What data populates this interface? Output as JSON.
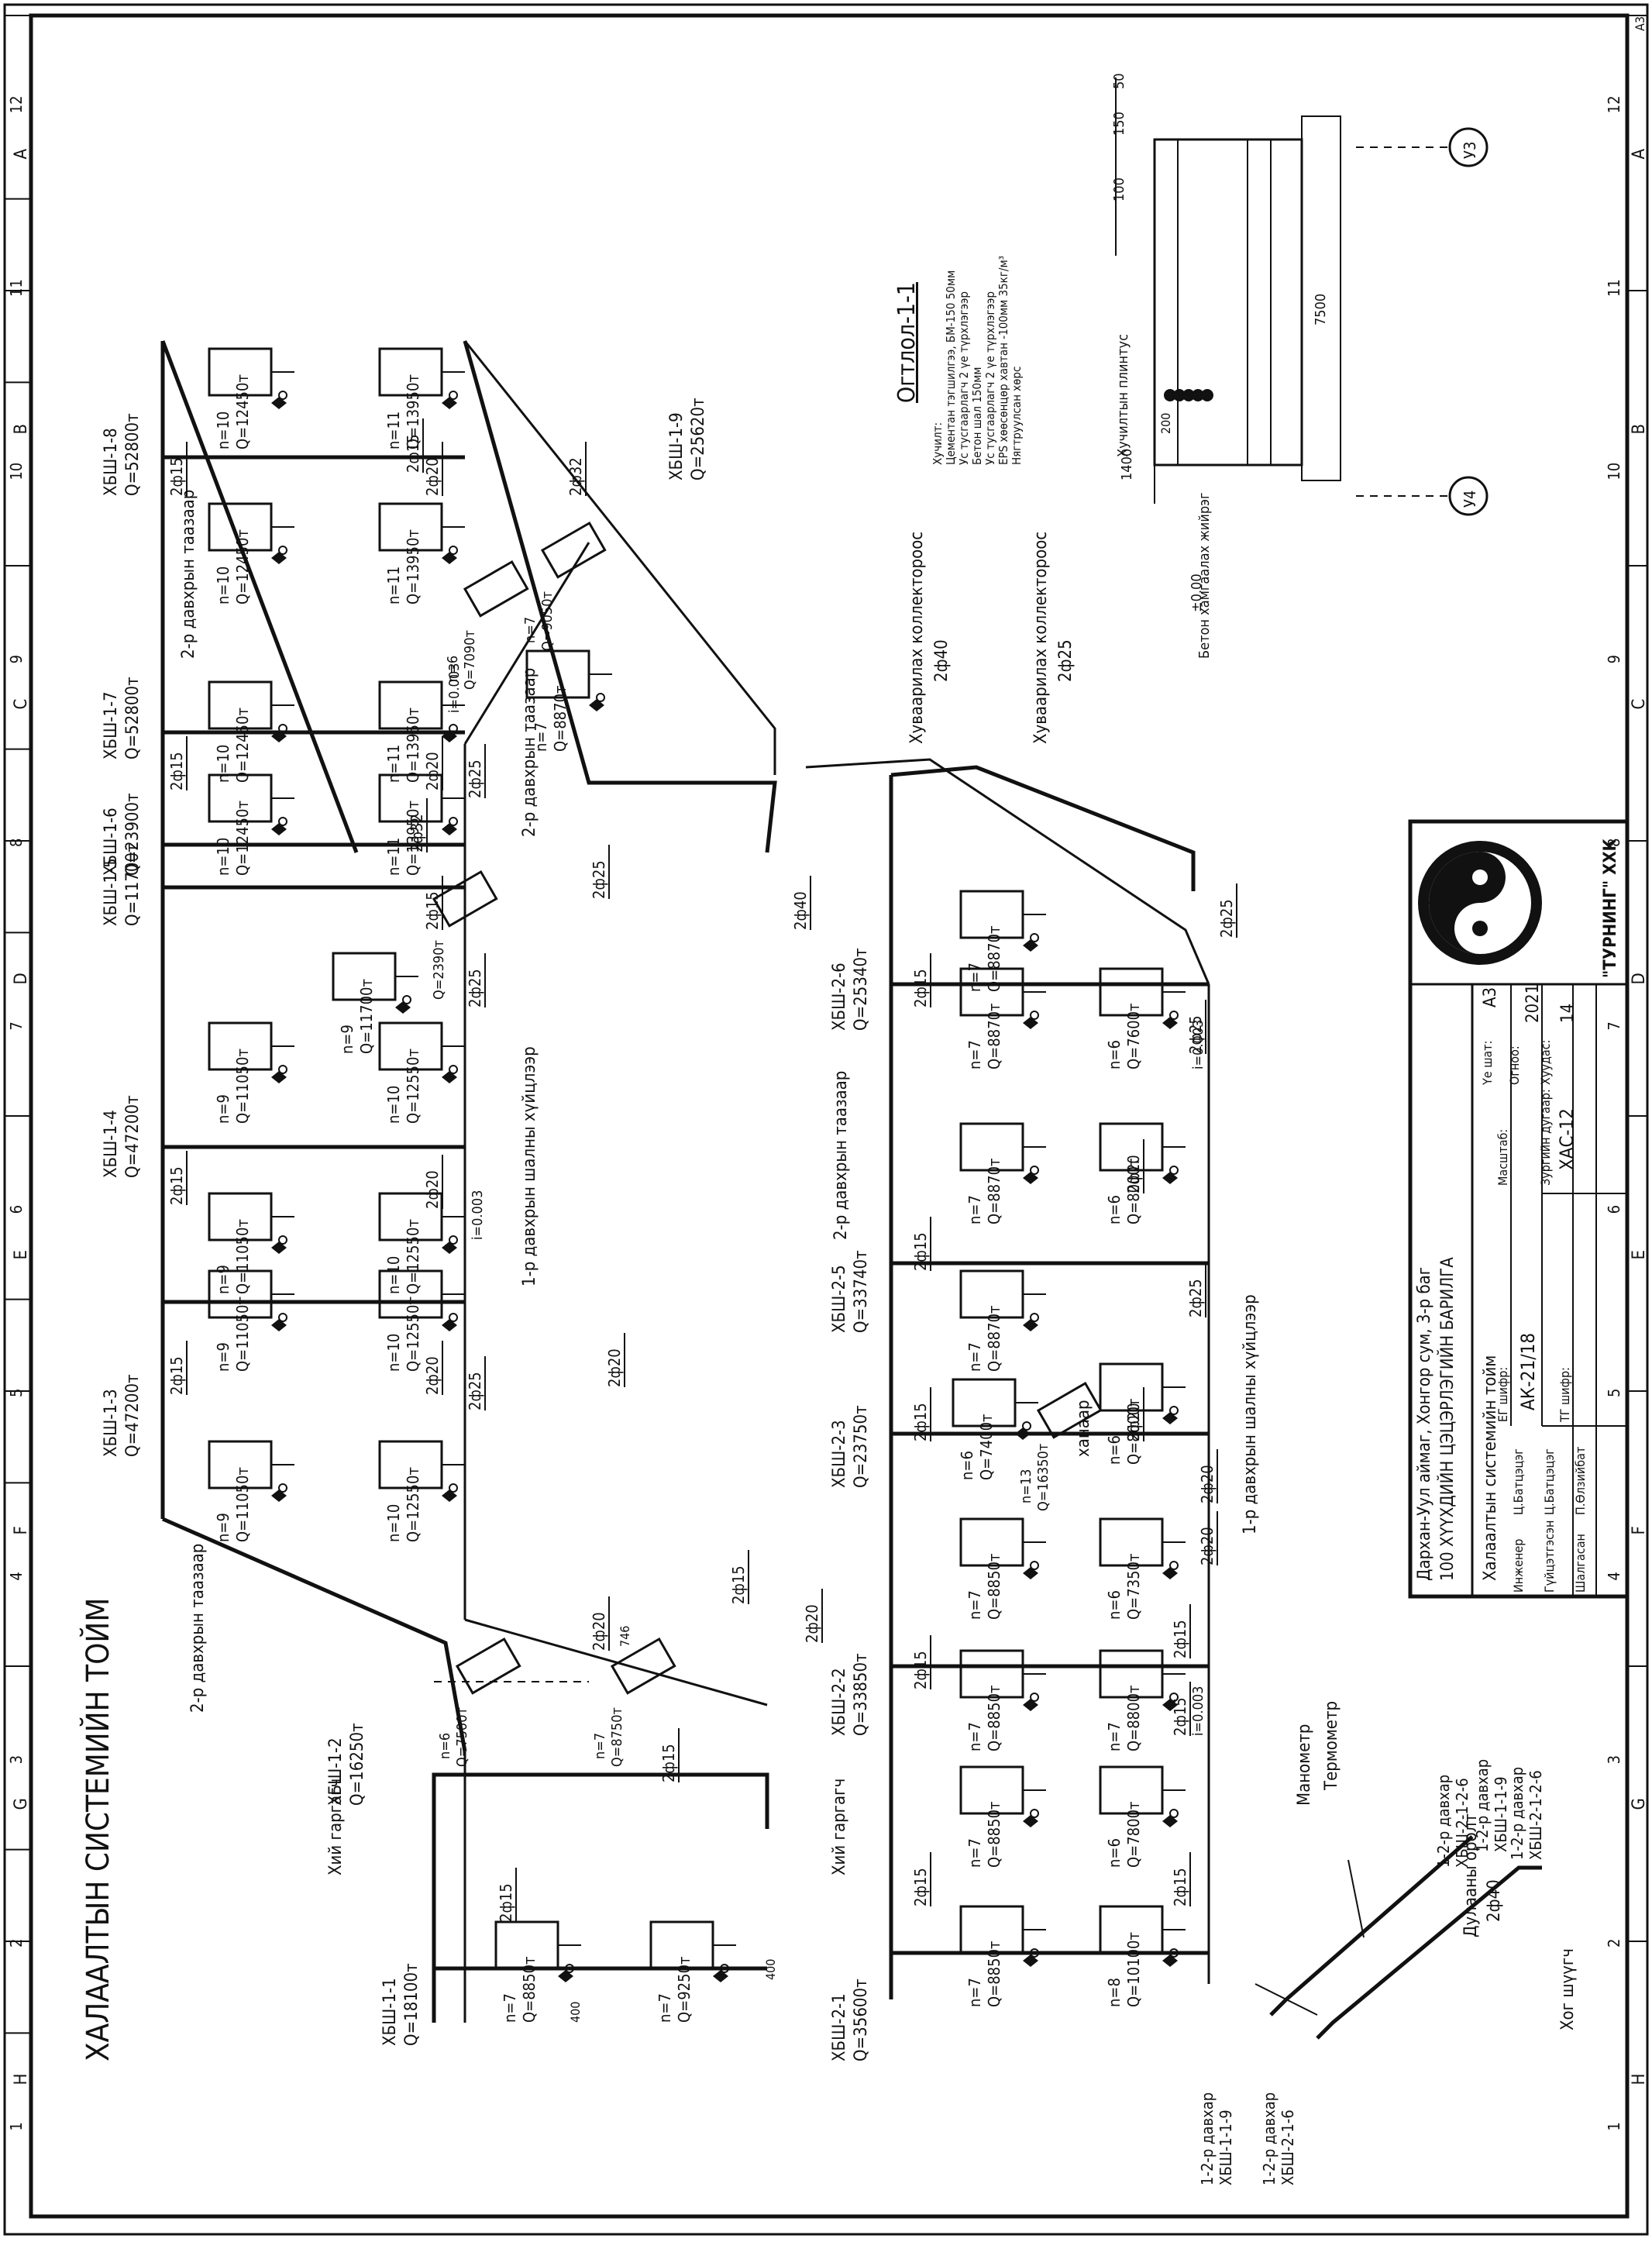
{
  "title": "ХАЛААЛТЫН СИСТЕМИЙН ТОЙМ",
  "grid": {
    "letters": [
      "A",
      "B",
      "C",
      "D",
      "E",
      "F",
      "G",
      "H"
    ],
    "numbers": [
      "1",
      "2",
      "3",
      "4",
      "5",
      "6",
      "7",
      "8",
      "9",
      "10",
      "11",
      "12"
    ],
    "format": "A3"
  },
  "stamp": {
    "company": "\"ТУРНИНГ\" ХХК",
    "project_line1": "Дархан-Уул аймаг, Хонгор сум, 3-р баг",
    "project_line2": "100 ХҮҮХДИЙН ЦЭЦЭРЛЭГИЙН БАРИЛГА",
    "sheet_title": "Халаалтын системийн тойм",
    "roles": [
      {
        "role": "Инженер",
        "name": "Ц.Батцэцэг"
      },
      {
        "role": "Гүйцэтгэсэн",
        "name": "Ц.Батцэцэг"
      },
      {
        "role": "Шалгасан",
        "name": "П.Өлзийбат"
      }
    ],
    "ef_label": "ЕГ шифр:",
    "ef_value": "АК-21/18",
    "tg_label": "ТГ шифр:",
    "scale_label": "Масштаб:",
    "stage_label": "Үе шат:",
    "stage_value": "А3",
    "date_label": "Огноо:",
    "date_value": "2021",
    "page_label": "Хуудас:",
    "page_value": "14",
    "drawing_label": "Зургийн дугаар:",
    "drawing_value": "ХАС-12"
  },
  "section": {
    "title": "Огтлол-1-1",
    "layers": [
      "Хучилт:",
      "Цементан тэгшилгээ, БМ-150 50мм",
      "Ус тусгаарлагч 2 үе түрхлэгээр",
      "Бетон шал 150мм",
      "Ус тусгаарлагч 2 үе түрхлэгээр",
      "EPS хөөсөнцөр хавтан -100мм 35кг/м³",
      "Нягтруулсан хөрс"
    ],
    "dims": [
      "50",
      "150",
      "100"
    ],
    "axes": [
      "У3",
      "У4"
    ],
    "dim_1400": "1400",
    "dim_7500": "7500",
    "dim_200": "200",
    "pipe_label": "Хучилтын плинтус",
    "concrete_label": "Бетон хамгаалах жийрэг",
    "level": "±0.00"
  },
  "risers": [
    {
      "id": "ХБШ-1-1",
      "q": "Q=18100т"
    },
    {
      "id": "ХБШ-1-2",
      "q": "Q=16250т"
    },
    {
      "id": "ХБШ-1-3",
      "q": "Q=47200т"
    },
    {
      "id": "ХБШ-1-4",
      "q": "Q=47200т"
    },
    {
      "id": "ХБШ-1-5",
      "q": "Q=11700т"
    },
    {
      "id": "ХБШ-1-6",
      "q": "Q=23900т"
    },
    {
      "id": "ХБШ-1-7",
      "q": "Q=52800т"
    },
    {
      "id": "ХБШ-1-8",
      "q": "Q=52800т"
    },
    {
      "id": "ХБШ-1-9",
      "q": "Q=25620т"
    },
    {
      "id": "ХБШ-2-1",
      "q": "Q=35600т"
    },
    {
      "id": "ХБШ-2-2",
      "q": "Q=33850т"
    },
    {
      "id": "ХБШ-2-3",
      "q": "Q=23750т"
    },
    {
      "id": "ХБШ-2-5",
      "q": "Q=33740т"
    },
    {
      "id": "ХБШ-2-6",
      "q": "Q=25340т"
    }
  ],
  "labels": {
    "air_vent": "Хий гаргагч",
    "floor2_ceiling": "2-р давхрын таазаар",
    "floor1_floor": "1-р давхрын шалны хүйцлээр",
    "collector_40": "Хуваарилах коллектороос",
    "collector_40_d": "2ф40",
    "collector_25": "Хуваарилах коллектороос",
    "collector_25_d": "2ф25",
    "wall": "ханаар",
    "inlet": "Дулааны оролт",
    "inlet_d": "2ф40",
    "outlet": "Хог шүүгч",
    "manometer": "Манометр",
    "thermometer": "Термометр",
    "slope": "i=0.003",
    "d400": "400",
    "d746": "746"
  },
  "corner_labels": [
    {
      "l1": "1-2-р давхар",
      "l2": "ХБШ-1-1-9"
    },
    {
      "l1": "1-2-р давхар",
      "l2": "ХБШ-2-1-6"
    },
    {
      "l1": "1-2-р давхар",
      "l2": "ХБШ-1-1-9"
    },
    {
      "l1": "1-2-р давхар",
      "l2": "ХБШ-2-1-2-6"
    },
    {
      "l1": "1-2-р давхар",
      "l2": "ХБШ-2-1-2-6"
    }
  ],
  "radiators_upper": [
    {
      "n": "n=7",
      "q": "Q=8850т"
    },
    {
      "n": "n=7",
      "q": "Q=9250т"
    },
    {
      "n": "n=9",
      "q": "Q=11050т"
    },
    {
      "n": "n=10",
      "q": "Q=12550т"
    },
    {
      "n": "n=9",
      "q": "Q=11050т"
    },
    {
      "n": "n=10",
      "q": "Q=12550т"
    },
    {
      "n": "n=9",
      "q": "Q=11050т"
    },
    {
      "n": "n=10",
      "q": "Q=12550т"
    },
    {
      "n": "n=9",
      "q": "Q=11050т"
    },
    {
      "n": "n=10",
      "q": "Q=12550т"
    },
    {
      "n": "n=9",
      "q": "Q=11700т"
    },
    {
      "n": "n=10",
      "q": "Q=12450т"
    },
    {
      "n": "n=11",
      "q": "Q=13950т"
    },
    {
      "n": "n=10",
      "q": "Q=12450т"
    },
    {
      "n": "n=11",
      "q": "Q=13950т"
    },
    {
      "n": "n=10",
      "q": "Q=12450т"
    },
    {
      "n": "n=11",
      "q": "Q=13950т"
    },
    {
      "n": "n=10",
      "q": "Q=12450т"
    },
    {
      "n": "n=11",
      "q": "Q=13950т"
    },
    {
      "n": "n=7",
      "q": "Q=8870т"
    }
  ],
  "radiators_lower": [
    {
      "n": "n=7",
      "q": "Q=8850т"
    },
    {
      "n": "n=8",
      "q": "Q=10100т"
    },
    {
      "n": "n=7",
      "q": "Q=8850т"
    },
    {
      "n": "n=6",
      "q": "Q=7800т"
    },
    {
      "n": "n=7",
      "q": "Q=8850т"
    },
    {
      "n": "n=7",
      "q": "Q=8800т"
    },
    {
      "n": "n=7",
      "q": "Q=8850т"
    },
    {
      "n": "n=6",
      "q": "Q=7350т"
    },
    {
      "n": "n=6",
      "q": "Q=7400т"
    },
    {
      "n": "n=6",
      "q": "Q=8000т"
    },
    {
      "n": "n=7",
      "q": "Q=8870т"
    },
    {
      "n": "n=7",
      "q": "Q=8870т"
    },
    {
      "n": "n=6",
      "q": "Q=8000т"
    },
    {
      "n": "n=7",
      "q": "Q=8870т"
    },
    {
      "n": "n=6",
      "q": "Q=7600т"
    },
    {
      "n": "n=7",
      "q": "Q=8870т"
    }
  ],
  "diagonal_radiators": [
    {
      "n": "n=6",
      "q": "Q=7500т"
    },
    {
      "n": "n=7",
      "q": "Q=8750т"
    },
    {
      "n": "n=13",
      "q": "Q=16350т"
    },
    {
      "n": "n=6",
      "q": "Q=7090т"
    },
    {
      "n": "n=7",
      "q": "Q=9050т"
    },
    {
      "n": "",
      "q": "Q=2390т"
    }
  ],
  "pipe_diameters": [
    "2ф15",
    "2ф20",
    "2ф25",
    "2ф32",
    "2ф40"
  ]
}
